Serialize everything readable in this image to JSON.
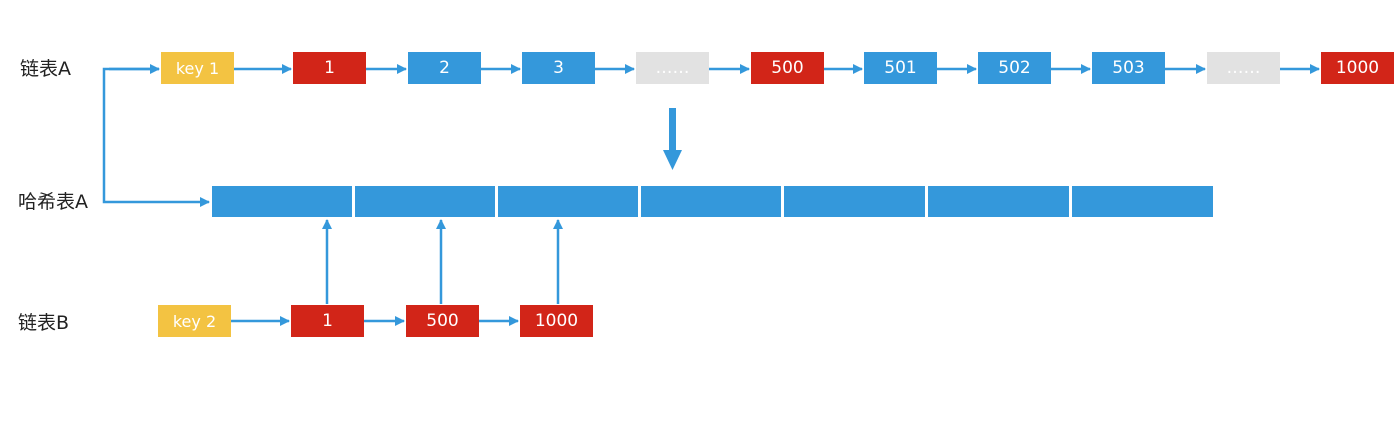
{
  "labels": {
    "list_a": "链表A",
    "hash_a": "哈希表A",
    "list_b": "链表B"
  },
  "list_a": {
    "key": "key 1",
    "nodes": [
      "1",
      "2",
      "3",
      "……",
      "500",
      "501",
      "502",
      "503",
      "……",
      "1000"
    ]
  },
  "list_b": {
    "key": "key 2",
    "nodes": [
      "1",
      "500",
      "1000"
    ]
  },
  "colors": {
    "key": "#f3c342",
    "hot": "#d22518",
    "normal": "#3498db",
    "placeholder": "#e2e2e2",
    "hash_slot": "#3498db"
  }
}
